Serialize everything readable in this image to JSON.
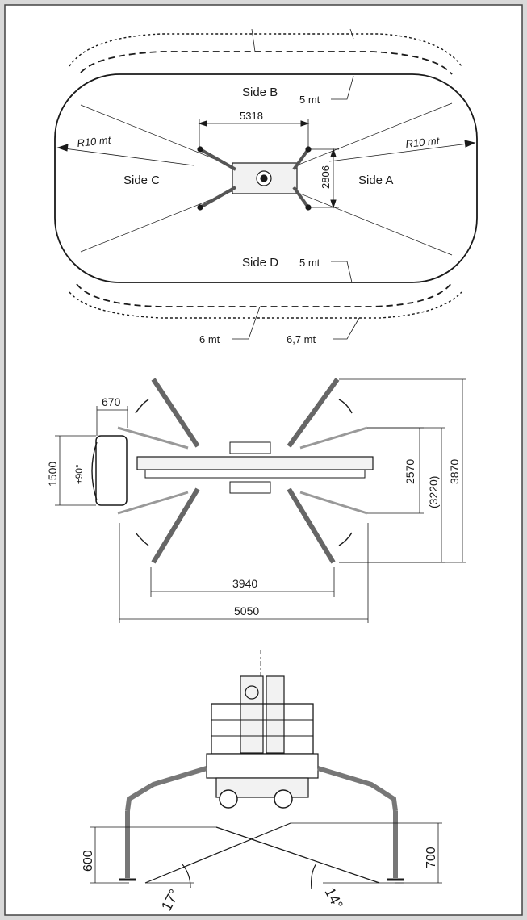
{
  "colors": {
    "page_border": "#d9d9d9",
    "panel": "#ffffff",
    "ink": "#1a1a1a",
    "frame": "#444444"
  },
  "top_view": {
    "side_b": "Side B",
    "side_a": "Side A",
    "side_c": "Side C",
    "side_d": "Side D",
    "radius_left": "R10 mt",
    "radius_right": "R10 mt",
    "zone_top": "5 mt",
    "zone_bottom": "5 mt",
    "zone_6": "6 mt",
    "zone_67": "6,7 mt",
    "width": "5318",
    "depth": "2806"
  },
  "plan_view": {
    "basket_offset": "670",
    "basket_width": "1500",
    "rotation": "±90°",
    "inner_span": "2570",
    "mid_span": "(3220)",
    "outer_span": "3870",
    "track_inner": "3940",
    "track_outer": "5050"
  },
  "side_view": {
    "left_height": "600",
    "right_height": "700",
    "left_angle": "17°",
    "right_angle": "14°"
  }
}
